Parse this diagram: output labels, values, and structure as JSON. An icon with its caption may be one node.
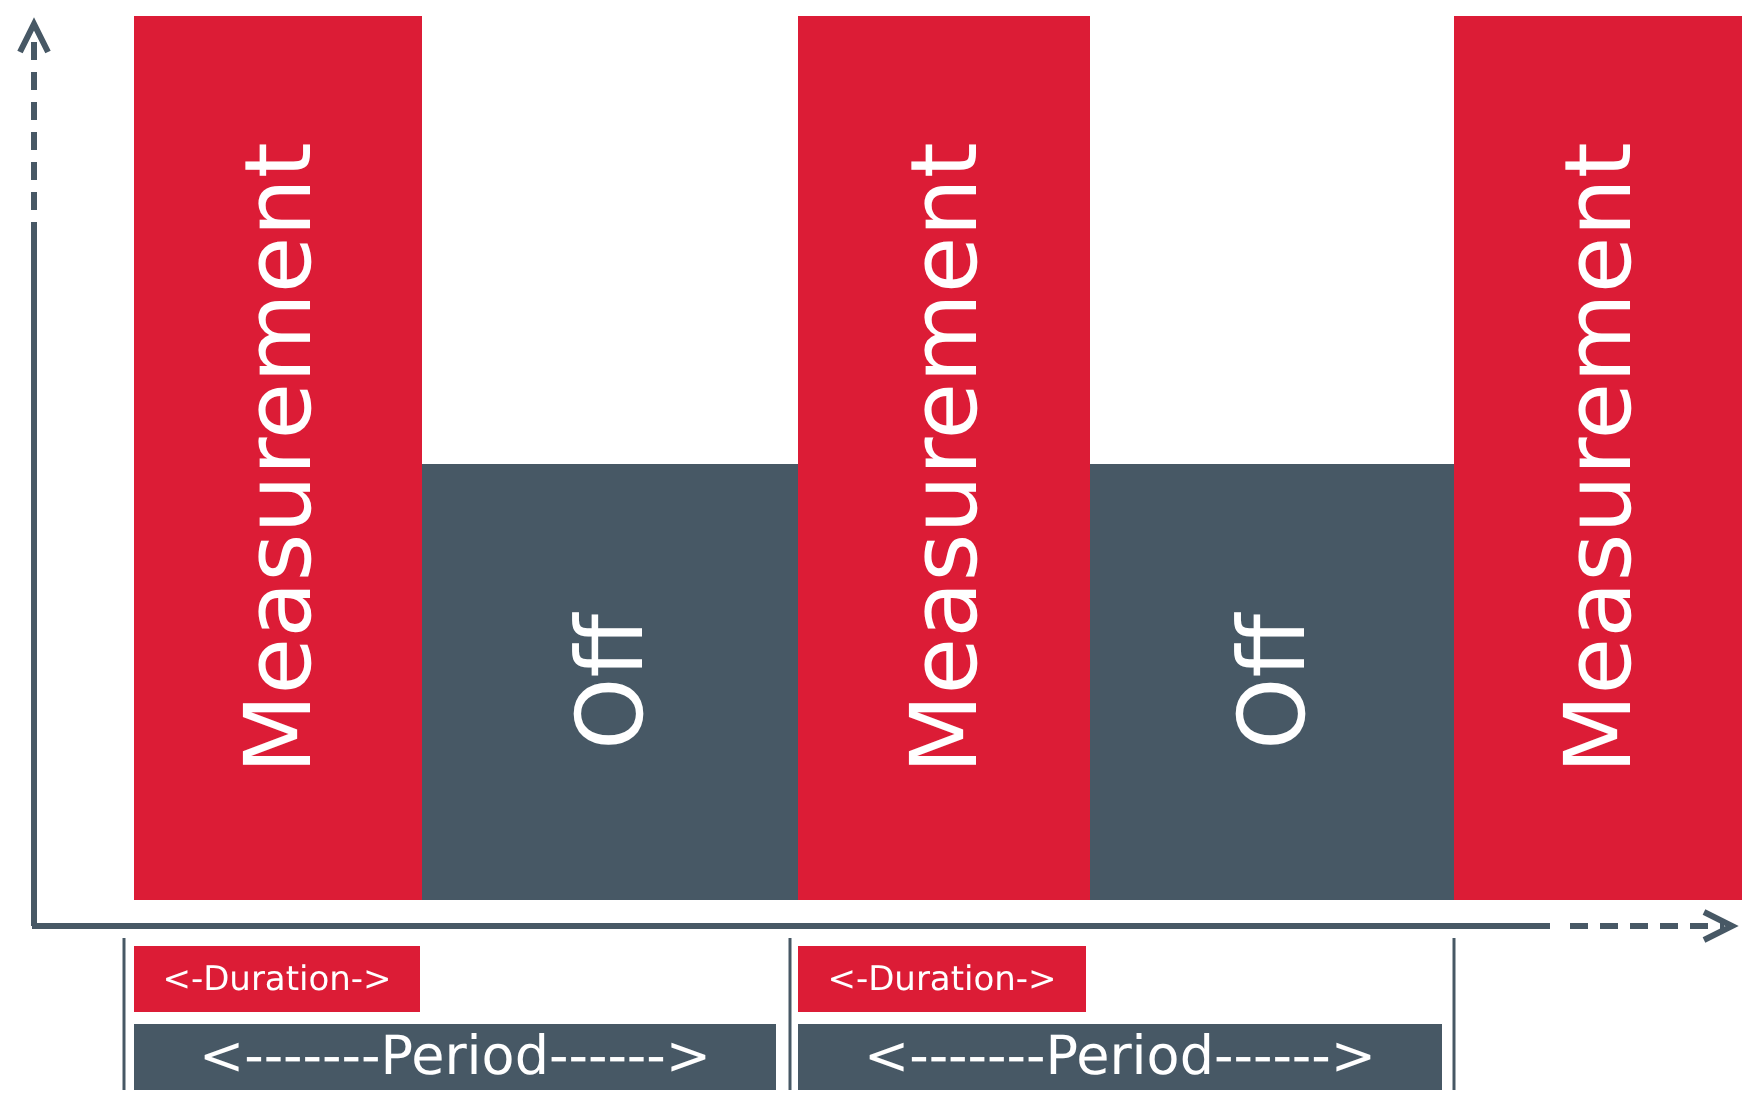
{
  "diagram": {
    "nodes": [
      {
        "text": [
          "Measurement"
        ]
      },
      {
        "text": [
          "Off"
        ]
      },
      {
        "text": [
          "Measurement"
        ]
      },
      {
        "text": [
          "Off"
        ]
      },
      {
        "text": [
          "Measurement"
        ]
      },
      {
        "text": [
          "<-Duration->"
        ]
      },
      {
        "text": [
          "<-------Period------>"
        ]
      },
      {
        "text": [
          "<-Duration->"
        ]
      },
      {
        "text": [
          "<-------Period------>"
        ]
      }
    ]
  }
}
